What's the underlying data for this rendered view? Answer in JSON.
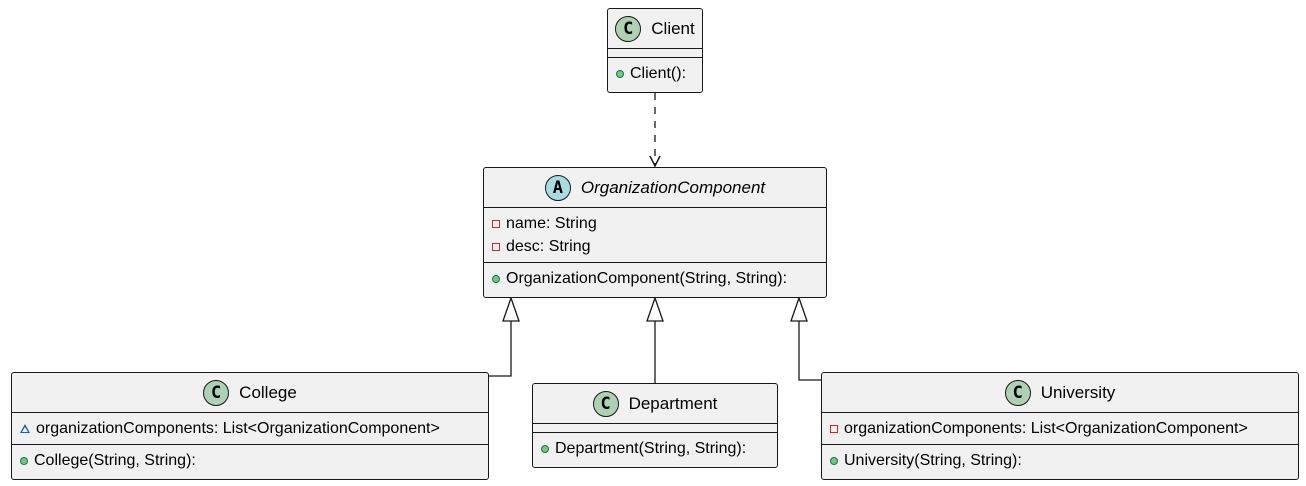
{
  "diagram": {
    "classes": {
      "client": {
        "stereotype_letter": "C",
        "name": "Client",
        "fields": [],
        "methods": [
          {
            "visibility": "public",
            "text": "Client():"
          }
        ]
      },
      "organization_component": {
        "stereotype_letter": "A",
        "name": "OrganizationComponent",
        "abstract": true,
        "fields": [
          {
            "visibility": "private",
            "text": "name: String"
          },
          {
            "visibility": "private",
            "text": "desc: String"
          }
        ],
        "methods": [
          {
            "visibility": "public",
            "text": "OrganizationComponent(String, String):"
          }
        ]
      },
      "college": {
        "stereotype_letter": "C",
        "name": "College",
        "fields": [
          {
            "visibility": "package",
            "text": "organizationComponents: List<OrganizationComponent>"
          }
        ],
        "methods": [
          {
            "visibility": "public",
            "text": "College(String, String):"
          }
        ]
      },
      "department": {
        "stereotype_letter": "C",
        "name": "Department",
        "fields": [],
        "methods": [
          {
            "visibility": "public",
            "text": "Department(String, String):"
          }
        ]
      },
      "university": {
        "stereotype_letter": "C",
        "name": "University",
        "fields": [
          {
            "visibility": "private",
            "text": "organizationComponents: List<OrganizationComponent>"
          }
        ],
        "methods": [
          {
            "visibility": "public",
            "text": "University(String, String):"
          }
        ]
      }
    },
    "relations": [
      {
        "from": "Client",
        "to": "OrganizationComponent",
        "type": "dependency"
      },
      {
        "from": "College",
        "to": "OrganizationComponent",
        "type": "generalization"
      },
      {
        "from": "Department",
        "to": "OrganizationComponent",
        "type": "generalization"
      },
      {
        "from": "University",
        "to": "OrganizationComponent",
        "type": "generalization"
      }
    ],
    "colors": {
      "class_fill": "#f1f1f1",
      "border": "#181818",
      "class_badge": "#add1b2",
      "abstract_badge": "#a9dcdf",
      "public_marker": "#84be84",
      "private_marker": "#c82930",
      "package_marker": "#1963a0"
    }
  }
}
